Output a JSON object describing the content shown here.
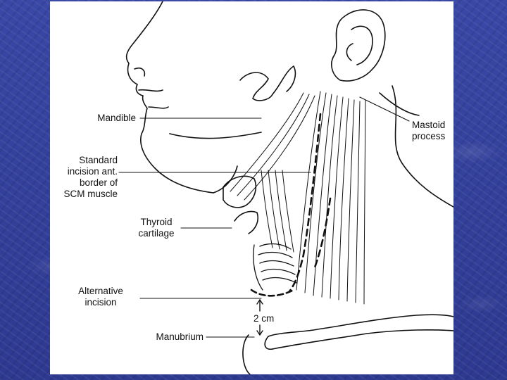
{
  "labels": {
    "mandible": "Mandible",
    "standard_incision": [
      "Standard",
      "incision ant.",
      "border of",
      "SCM muscle"
    ],
    "thyroid_cartilage": [
      "Thyroid",
      "cartilage"
    ],
    "alternative_incision": [
      "Alternative",
      "incision"
    ],
    "manubrium": "Manubrium",
    "mastoid_process": [
      "Mastoid",
      "process"
    ],
    "distance": "2 cm"
  },
  "colors": {
    "background": "#33409a",
    "panel": "#ffffff",
    "ink": "#111111"
  }
}
